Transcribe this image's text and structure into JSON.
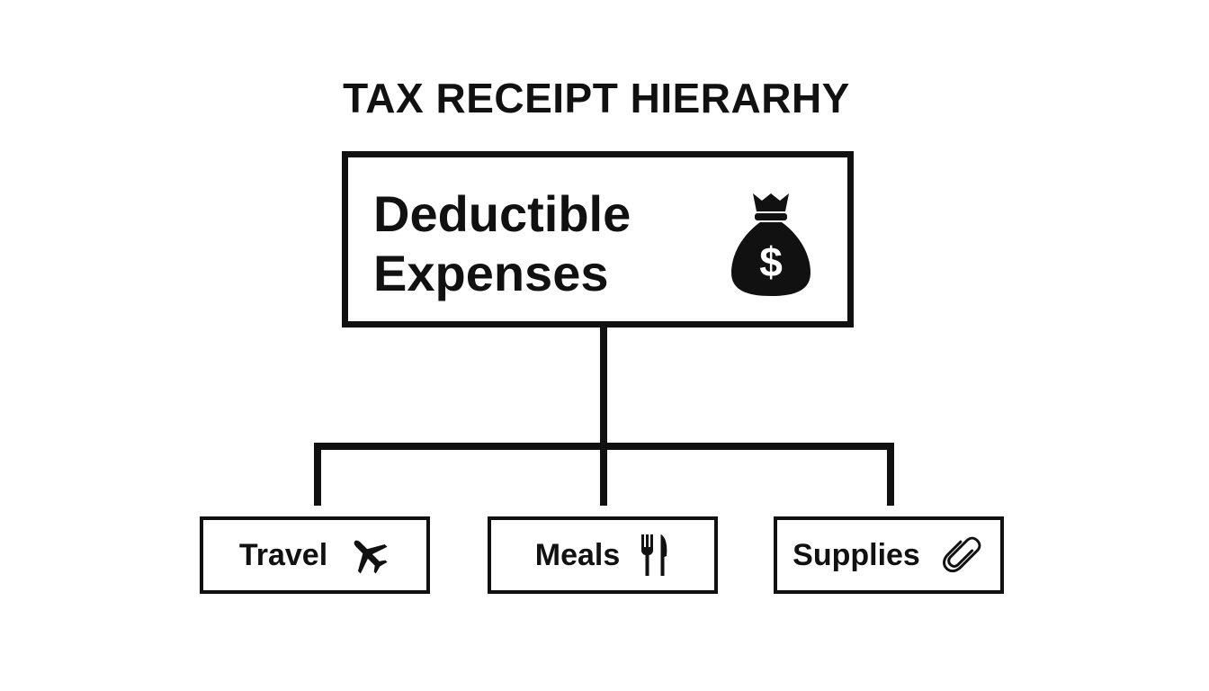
{
  "title": "TAX RECEIPT HIERARHY",
  "root": {
    "label_line1": "Deductible",
    "label_line2": "Expenses",
    "icon": "money-bag-icon"
  },
  "categories": [
    {
      "label": "Travel",
      "icon": "airplane-icon"
    },
    {
      "label": "Meals",
      "icon": "fork-knife-icon"
    },
    {
      "label": "Supplies",
      "icon": "paperclip-icon"
    }
  ],
  "colors": {
    "stroke": "#111111",
    "background": "#ffffff"
  }
}
